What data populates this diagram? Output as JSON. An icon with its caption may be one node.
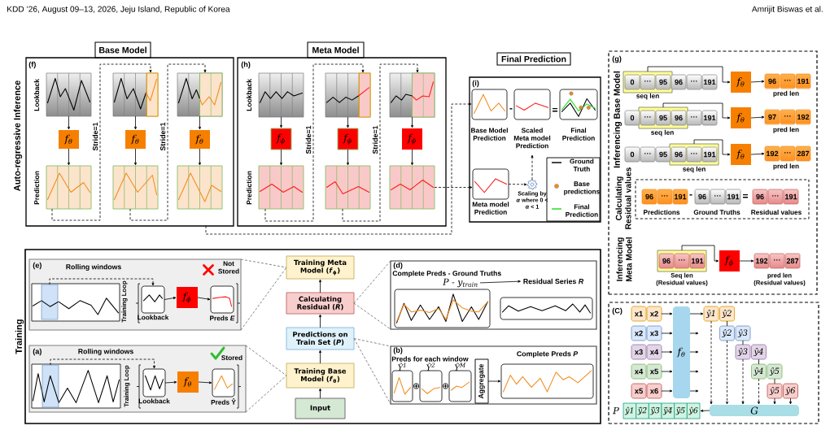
{
  "diagram": {
    "nodes": [
      {
        "text": [
          "Base Model"
        ]
      },
      {
        "text": [
          "(f)"
        ]
      },
      {
        "text": [],
        "shape": "picture",
        "in": 1
      },
      {
        "text": [
          "f$_{θ}$"
        ],
        "in": 1
      },
      {
        "text": [],
        "shape": "picture",
        "in": 1
      },
      {
        "text": [],
        "shape": "picture",
        "in": 1
      },
      {
        "text": [
          "f$_{θ}$"
        ],
        "in": 1
      },
      {
        "text": [],
        "shape": "picture",
        "in": 1
      },
      {
        "text": [],
        "shape": "picture",
        "in": 1
      },
      {
        "text": [
          "f$_{θ}$"
        ],
        "in": 1
      },
      {
        "text": [],
        "shape": "picture",
        "in": 1
      },
      {
        "text": [
          "Meta Model"
        ]
      },
      {
        "text": [
          "(h)"
        ]
      },
      {
        "text": [],
        "shape": "picture",
        "in": 12
      },
      {
        "text": [
          "f$_{ϕ}$"
        ],
        "in": 12
      },
      {
        "text": [],
        "shape": "picture",
        "in": 12
      },
      {
        "text": [],
        "shape": "picture",
        "in": 12
      },
      {
        "text": [
          "f$_{ϕ}$"
        ],
        "in": 12
      },
      {
        "text": [],
        "shape": "picture",
        "in": 12
      },
      {
        "text": [],
        "shape": "picture",
        "in": 12
      },
      {
        "text": [
          "f$_{ϕ}$"
        ],
        "in": 12
      },
      {
        "text": [],
        "shape": "picture",
        "in": 12
      },
      {
        "text": [
          "Final Prediction"
        ]
      },
      {
        "text": [
          "(i)"
        ]
      },
      {
        "text": [],
        "shape": "picture",
        "in": 23,
        "beside": [
          "Base Model Prediction"
        ]
      },
      {
        "text": [],
        "shape": "picture",
        "in": 23,
        "beside": [
          "Scaled Meta model Prediction"
        ]
      },
      {
        "text": [],
        "shape": "picture",
        "in": 23,
        "beside": [
          "Final Prediction"
        ]
      },
      {
        "text": [],
        "shape": "picture",
        "in": 23,
        "beside": [
          "Meta model Prediction"
        ]
      },
      {
        "text": [],
        "shape": "gear",
        "in": 23,
        "beside": [
          "Scaling by *α* where 0 < *α* < 1"
        ]
      },
      {
        "text": [
          "(g)"
        ]
      },
      {
        "text": [],
        "shape": "box",
        "in": 29,
        "beside": [
          "seq len"
        ]
      },
      {
        "text": [
          "0"
        ],
        "in": 30
      },
      {
        "text": [
          "···"
        ],
        "in": 30
      },
      {
        "text": [
          "95"
        ],
        "in": 30
      },
      {
        "text": [
          "96"
        ],
        "in": 29
      },
      {
        "text": [
          "···"
        ],
        "in": 29
      },
      {
        "text": [
          "191"
        ],
        "in": 29
      },
      {
        "text": [
          "f$_{θ}$"
        ],
        "in": 29
      },
      {
        "text": [
          "96"
        ],
        "in": 29
      },
      {
        "text": [
          "···"
        ],
        "in": 29
      },
      {
        "text": [
          "191"
        ],
        "in": 29
      },
      {
        "text": [],
        "shape": "box",
        "in": 29,
        "beside": [
          "seq len"
        ]
      },
      {
        "text": [
          "0"
        ],
        "in": 29
      },
      {
        "text": [
          "···"
        ],
        "in": 41
      },
      {
        "text": [
          "95"
        ],
        "in": 41
      },
      {
        "text": [
          "96"
        ],
        "in": 41
      },
      {
        "text": [
          "···"
        ],
        "in": 29
      },
      {
        "text": [
          "191"
        ],
        "in": 29
      },
      {
        "text": [
          "f$_{θ}$"
        ],
        "in": 29
      },
      {
        "text": [
          "97"
        ],
        "in": 29
      },
      {
        "text": [
          "···"
        ],
        "in": 29
      },
      {
        "text": [
          "192"
        ],
        "in": 29
      },
      {
        "text": [],
        "shape": "box",
        "in": 29,
        "beside": [
          "seq len"
        ]
      },
      {
        "text": [
          "0"
        ],
        "in": 29
      },
      {
        "text": [
          "···"
        ],
        "in": 29
      },
      {
        "text": [
          "95"
        ],
        "in": 29
      },
      {
        "text": [
          "96"
        ],
        "in": 52
      },
      {
        "text": [
          "···"
        ],
        "in": 52
      },
      {
        "text": [
          "191"
        ],
        "in": 52
      },
      {
        "text": [
          "f$_{θ}$"
        ],
        "in": 29
      },
      {
        "text": [
          "192"
        ],
        "in": 29
      },
      {
        "text": [
          "···"
        ],
        "in": 29
      },
      {
        "text": [
          "287"
        ],
        "in": 29
      },
      {
        "text": [],
        "shape": "box",
        "in": 29
      },
      {
        "text": [
          "96"
        ],
        "in": 63
      },
      {
        "text": [
          "···"
        ],
        "in": 63
      },
      {
        "text": [
          "191"
        ],
        "in": 63
      },
      {
        "text": [
          "96"
        ],
        "in": 63
      },
      {
        "text": [
          "···"
        ],
        "in": 63
      },
      {
        "text": [
          "191"
        ],
        "in": 63
      },
      {
        "text": [
          "96"
        ],
        "in": 63
      },
      {
        "text": [
          "···"
        ],
        "in": 63
      },
      {
        "text": [
          "191"
        ],
        "in": 63
      },
      {
        "text": [],
        "shape": "box",
        "in": 29,
        "beside": [
          "Seq len (Residual values)"
        ]
      },
      {
        "text": [
          "96"
        ],
        "in": 73
      },
      {
        "text": [
          "···"
        ],
        "in": 73
      },
      {
        "text": [
          "191"
        ],
        "in": 73
      },
      {
        "text": [
          "f$_{ϕ}$"
        ],
        "in": 29
      },
      {
        "text": [
          "192"
        ],
        "in": 29
      },
      {
        "text": [
          "···"
        ],
        "in": 29
      },
      {
        "text": [
          "287"
        ],
        "in": 29
      },
      {
        "text": [
          "Training"
        ]
      },
      {
        "text": [
          "(e)",
          "Rolling windows"
        ],
        "in": 81
      },
      {
        "text": [],
        "shape": "picture",
        "in": 82
      },
      {
        "text": [],
        "shape": "box",
        "in": 83
      },
      {
        "text": [],
        "shape": "picture",
        "in": 82,
        "beside": [
          "Lookback"
        ]
      },
      {
        "text": [
          "f$_{ϕ}$"
        ],
        "in": 82
      },
      {
        "text": [],
        "shape": "picture",
        "in": 82,
        "beside": [
          "Preds *E*"
        ]
      },
      {
        "text": [
          "(a)",
          "Rolling windows"
        ],
        "in": 81
      },
      {
        "text": [],
        "shape": "picture",
        "in": 88
      },
      {
        "text": [],
        "shape": "box",
        "in": 89
      },
      {
        "text": [],
        "shape": "picture",
        "in": 88,
        "beside": [
          "Lookback"
        ]
      },
      {
        "text": [
          "f$_{θ}$"
        ],
        "in": 88
      },
      {
        "text": [],
        "shape": "picture",
        "in": 88,
        "beside": [
          "Preds Ŷ"
        ]
      },
      {
        "text": [
          "Training Meta Model (*f*$_{ϕ}$)"
        ],
        "in": 81
      },
      {
        "text": [
          "Calculating Residual (*R*)"
        ],
        "in": 81
      },
      {
        "text": [
          "Predictions on Train Set (*P*)"
        ],
        "in": 81
      },
      {
        "text": [
          "Training Base Model (*f*$_{θ}$)"
        ],
        "in": 81
      },
      {
        "text": [
          "Input"
        ],
        "in": 81
      },
      {
        "text": [
          "(d)",
          "Complete Preds - Ground Truths"
        ],
        "in": 81
      },
      {
        "text": [
          "P - y$_{train}$"
        ],
        "in": 99
      },
      {
        "text": [
          "Residual Series *R*"
        ],
        "in": 99
      },
      {
        "text": [
          "(b)",
          "Preds for each window"
        ],
        "in": 81
      },
      {
        "text": [],
        "shape": "picture",
        "in": 102,
        "beside": [
          "Ŷ$^{1}$"
        ]
      },
      {
        "text": [],
        "shape": "picture",
        "in": 102,
        "beside": [
          "Ŷ$^{2}$"
        ]
      },
      {
        "text": [],
        "shape": "picture",
        "in": 102,
        "beside": [
          "Ŷ$^{M}$"
        ]
      },
      {
        "text": [
          "Aggregate"
        ],
        "in": 102
      },
      {
        "text": [
          "Complete Preds *P*"
        ],
        "in": 102
      },
      {
        "text": [
          "(C)"
        ]
      },
      {
        "text": [
          "x1"
        ],
        "in": 108
      },
      {
        "text": [
          "x2"
        ],
        "in": 108
      },
      {
        "text": [
          "x2"
        ],
        "in": 108
      },
      {
        "text": [
          "x3"
        ],
        "in": 108
      },
      {
        "text": [
          "x3"
        ],
        "in": 108
      },
      {
        "text": [
          "x4"
        ],
        "in": 108
      },
      {
        "text": [
          "x4"
        ],
        "in": 108
      },
      {
        "text": [
          "x5"
        ],
        "in": 108
      },
      {
        "text": [
          "x5"
        ],
        "in": 108
      },
      {
        "text": [
          "x6"
        ],
        "in": 108
      },
      {
        "text": [
          "f$_{θ}$"
        ],
        "in": 108
      },
      {
        "text": [
          "ŷ1"
        ],
        "in": 108
      },
      {
        "text": [
          "ŷ2"
        ],
        "in": 108
      },
      {
        "text": [
          "ŷ2"
        ],
        "in": 108
      },
      {
        "text": [
          "ŷ3"
        ],
        "in": 108
      },
      {
        "text": [
          "ŷ3"
        ],
        "in": 108
      },
      {
        "text": [
          "ŷ4"
        ],
        "in": 108
      },
      {
        "text": [
          "ŷ4"
        ],
        "in": 108
      },
      {
        "text": [
          "ŷ5"
        ],
        "in": 108
      },
      {
        "text": [
          "ŷ5"
        ],
        "in": 108
      },
      {
        "text": [
          "ŷ6"
        ],
        "in": 108
      },
      {
        "text": [
          "G"
        ],
        "in": 108
      },
      {
        "text": [
          "ŷ1"
        ],
        "in": 108
      },
      {
        "text": [
          "ŷ̅2̅"
        ],
        "in": 108
      },
      {
        "text": [
          "ŷ̅3̅"
        ],
        "in": 108
      },
      {
        "text": [
          "ŷ̅4̅"
        ],
        "in": 108
      },
      {
        "text": [
          "ŷ̅5̅"
        ],
        "in": 108
      },
      {
        "text": [
          "ŷ6"
        ],
        "in": 108
      },
      {
        "text": [],
        "shape": "picture",
        "in": 99
      },
      {
        "text": [],
        "shape": "picture",
        "in": 99
      }
    ],
    "edges": [
      {
        "from": 2,
        "to": 3,
        "arrow": "to"
      },
      {
        "from": 3,
        "to": 4,
        "arrow": "to"
      },
      {
        "from": 5,
        "to": 6,
        "arrow": "to"
      },
      {
        "from": 6,
        "to": 7,
        "arrow": "to"
      },
      {
        "from": 8,
        "to": 9,
        "arrow": "to"
      },
      {
        "from": 9,
        "to": 10,
        "arrow": "to"
      },
      {
        "from": 4,
        "to": 5,
        "arrow": "to",
        "style": "dashed"
      },
      {
        "from": 7,
        "to": 8,
        "arrow": "to",
        "style": "dashed"
      },
      {
        "from": 13,
        "to": 14,
        "arrow": "to"
      },
      {
        "from": 14,
        "to": 15,
        "arrow": "to"
      },
      {
        "from": 16,
        "to": 17,
        "arrow": "to"
      },
      {
        "from": 17,
        "to": 18,
        "arrow": "to"
      },
      {
        "from": 19,
        "to": 20,
        "arrow": "to"
      },
      {
        "from": 20,
        "to": 21,
        "arrow": "to"
      },
      {
        "from": 15,
        "to": 16,
        "arrow": "to",
        "style": "dashed"
      },
      {
        "from": 18,
        "to": 19,
        "arrow": "to",
        "style": "dashed"
      },
      {
        "from": 1,
        "to": 24,
        "arrow": "to",
        "style": "dashed"
      },
      {
        "from": 21,
        "to": 27,
        "arrow": "to",
        "style": "dashed"
      },
      {
        "from": 27,
        "to": 28,
        "arrow": "to",
        "style": "dashed"
      },
      {
        "from": 28,
        "to": 25,
        "arrow": "to",
        "style": "dashed"
      },
      {
        "from": 30,
        "to": 37,
        "arrow": "to"
      },
      {
        "from": 37,
        "to": 38,
        "arrow": "to"
      },
      {
        "from": 41,
        "to": 48,
        "arrow": "to"
      },
      {
        "from": 48,
        "to": 49,
        "arrow": "to"
      },
      {
        "from": 52,
        "to": 59,
        "arrow": "to"
      },
      {
        "from": 59,
        "to": 60,
        "arrow": "to"
      },
      {
        "from": 73,
        "to": 77,
        "arrow": "to"
      },
      {
        "from": 77,
        "to": 78,
        "arrow": "to"
      },
      {
        "from": 98,
        "to": 97,
        "arrow": "to"
      },
      {
        "from": 97,
        "to": 96,
        "arrow": "to"
      },
      {
        "from": 96,
        "to": 95,
        "arrow": "to"
      },
      {
        "from": 95,
        "to": 94,
        "arrow": "to"
      },
      {
        "from": 84,
        "to": 85,
        "arrow": "to",
        "style": "dashed"
      },
      {
        "from": 85,
        "to": 86,
        "arrow": "to"
      },
      {
        "from": 86,
        "to": 87,
        "arrow": "to"
      },
      {
        "from": 90,
        "to": 91,
        "arrow": "to",
        "style": "dashed"
      },
      {
        "from": 91,
        "to": 92,
        "arrow": "to"
      },
      {
        "from": 92,
        "to": 93,
        "arrow": "to"
      },
      {
        "from": 82,
        "to": 94,
        "arrow": "none",
        "style": "dashed",
        "color": "#666666"
      },
      {
        "from": 82,
        "to": 94,
        "arrow": "none",
        "style": "dashed",
        "color": "#666666"
      },
      {
        "from": 88,
        "to": 97,
        "arrow": "none",
        "style": "dashed",
        "color": "#666666"
      },
      {
        "from": 88,
        "to": 97,
        "arrow": "none",
        "style": "dashed",
        "color": "#666666"
      },
      {
        "from": 95,
        "to": 99,
        "arrow": "none",
        "style": "dashed",
        "color": "#666666"
      },
      {
        "from": 95,
        "to": 99,
        "arrow": "none",
        "style": "dashed",
        "color": "#666666"
      },
      {
        "from": 96,
        "to": 102,
        "arrow": "none",
        "style": "dashed",
        "color": "#666666"
      },
      {
        "from": 96,
        "to": 102,
        "arrow": "none",
        "style": "dashed",
        "color": "#666666"
      },
      {
        "from": 100,
        "to": 101,
        "arrow": "to"
      },
      {
        "from": 106,
        "to": 107,
        "arrow": "to"
      },
      {
        "from": 110,
        "to": 119,
        "arrow": "to"
      },
      {
        "from": 112,
        "to": 119,
        "arrow": "to"
      },
      {
        "from": 114,
        "to": 119,
        "arrow": "to"
      },
      {
        "from": 116,
        "to": 119,
        "arrow": "to"
      },
      {
        "from": 118,
        "to": 119,
        "arrow": "to"
      },
      {
        "from": 119,
        "to": 120,
        "arrow": "to"
      },
      {
        "from": 119,
        "to": null,
        "arrow": "to"
      },
      {
        "from": 119,
        "to": null,
        "arrow": "to"
      },
      {
        "from": 119,
        "to": null,
        "arrow": "to"
      },
      {
        "from": 119,
        "to": null,
        "arrow": "to"
      },
      {
        "from": 121,
        "to": 122,
        "arrow": "none"
      },
      {
        "from": 123,
        "to": 124,
        "arrow": "none"
      },
      {
        "from": 125,
        "to": 126,
        "arrow": "none"
      },
      {
        "from": 127,
        "to": 128,
        "arrow": "none"
      },
      {
        "from": 120,
        "to": 130,
        "arrow": "to",
        "style": "dashed"
      },
      {
        "from": 122,
        "to": 130,
        "arrow": "to",
        "style": "dashed"
      },
      {
        "from": 124,
        "to": 130,
        "arrow": "to",
        "style": "dashed"
      },
      {
        "from": 126,
        "to": 130,
        "arrow": "to",
        "style": "dashed"
      },
      {
        "from": 128,
        "to": 130,
        "arrow": "to"
      },
      {
        "from": 129,
        "to": 130,
        "arrow": "to"
      },
      {
        "from": 130,
        "to": 136,
        "arrow": "to"
      }
    ],
    "labels": [
      "KDD ’26, August 09–13, 2026, Jeju Island, Republic of Korea",
      "Amrijit Biswas et al.",
      "Auto-regressive Inference",
      "Lookback",
      "Prediction",
      "Stride=1",
      "Stride=1",
      "Lookback",
      "Prediction",
      "Stride=1",
      "Stride=1",
      "-",
      "=",
      "Inferencing Base Model",
      "pred len",
      "pred len",
      "pred len",
      "Calculating Residual values",
      "-",
      "=",
      "Predictions",
      "Ground Truths",
      "Residual values",
      "Inferencing Meta Model",
      "pred len (Residual values)",
      "Not Stored",
      "Training Loop",
      "Stored",
      "Training Loop",
      "⊕",
      "⊕",
      "P"
    ],
    "legend": [
      {
        "text": "Ground Truth"
      },
      {
        "text": "Base predictions"
      },
      {
        "text": "Final Prediction"
      }
    ]
  }
}
